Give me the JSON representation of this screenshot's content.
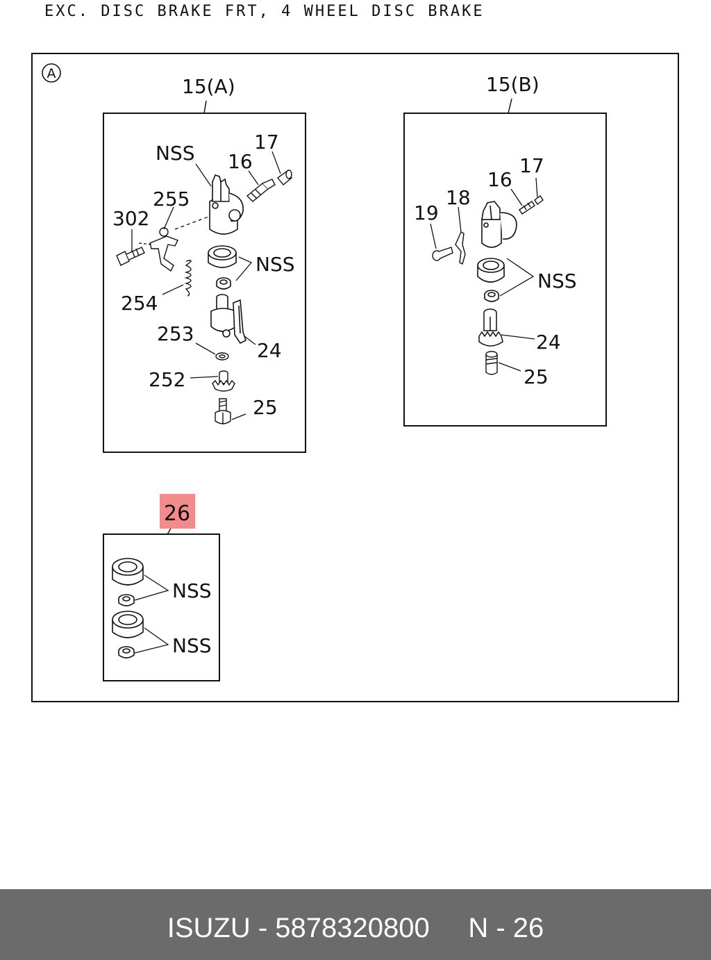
{
  "header": {
    "title": "EXC. DISC BRAKE FRT, 4 WHEEL DISC BRAKE"
  },
  "view": {
    "marker": "A"
  },
  "colors": {
    "highlight": "#f28b8b",
    "footer_bg": "#6b6b6b"
  },
  "panels": {
    "a": {
      "title": "15(A)",
      "labels": {
        "nss_top": "NSS",
        "p16": "16",
        "p17": "17",
        "p255": "255",
        "p302": "302",
        "nss_seal": "NSS",
        "p254": "254",
        "p253": "253",
        "p24": "24",
        "p252": "252",
        "p25": "25"
      }
    },
    "b": {
      "title": "15(B)",
      "labels": {
        "p16": "16",
        "p17": "17",
        "p18": "18",
        "p19": "19",
        "nss": "NSS",
        "p24": "24",
        "p25": "25"
      }
    },
    "kit": {
      "title": "26",
      "labels": {
        "nss1": "NSS",
        "nss2": "NSS"
      }
    }
  },
  "footer": {
    "brand": "ISUZU",
    "part_number": "5878320800",
    "ref": "N - 26",
    "text": "ISUZU - 5878320800     N - 26"
  }
}
